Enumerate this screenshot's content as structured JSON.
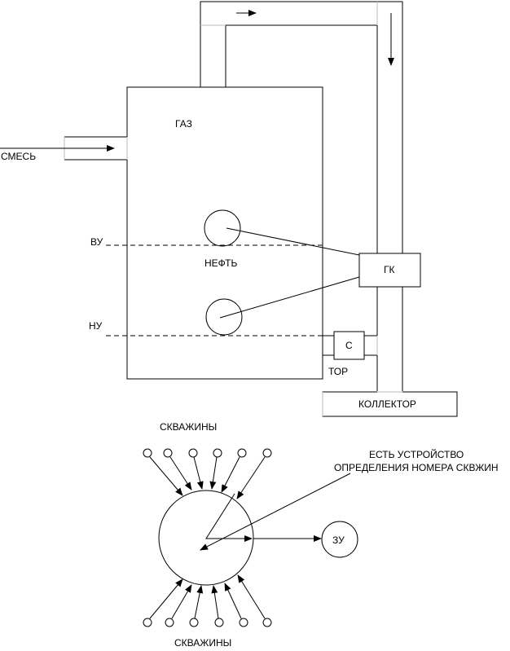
{
  "labels": {
    "mixture": "СМЕСЬ",
    "gas": "ГАЗ",
    "upper_level": "ВУ",
    "oil": "НЕФТЬ",
    "lower_level": "НУ",
    "gas_control": "ГК",
    "valve": "С",
    "tor": "ТОР",
    "collector": "КОЛЛЕКТОР",
    "wells_top": "СКВАЖИНЫ",
    "wells_bottom": "СКВАЖИНЫ",
    "note_line1": "ЕСТЬ УСТРОЙСТВО",
    "note_line2": "ОПРЕДЕЛЕНИЯ НОМЕРА СКВЖИН",
    "zu": "ЗУ"
  }
}
